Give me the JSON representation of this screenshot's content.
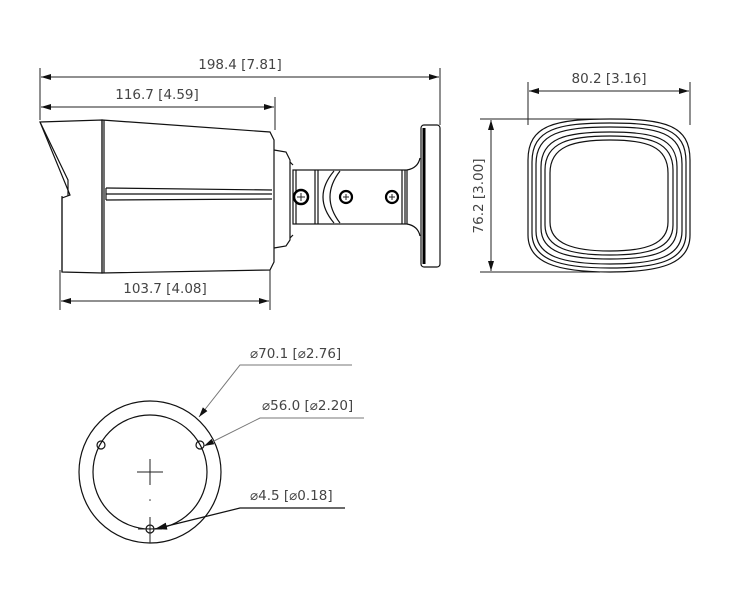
{
  "drawing": {
    "type": "bullet camera dimension drawing",
    "units": "mm [inch]"
  },
  "side_view": {
    "overall_length": "198.4 [7.81]",
    "body_length": "116.7 [4.59]",
    "housing_length": "103.7 [4.08]"
  },
  "front_view": {
    "width": "80.2 [3.16]",
    "height": "76.2 [3.00]"
  },
  "mount_base": {
    "outer_diameter": "⌀70.1 [⌀2.76]",
    "bolt_circle_diameter": "⌀56.0 [⌀2.20]",
    "hole_diameter": "⌀4.5 [⌀0.18]",
    "hole_count": 3
  }
}
